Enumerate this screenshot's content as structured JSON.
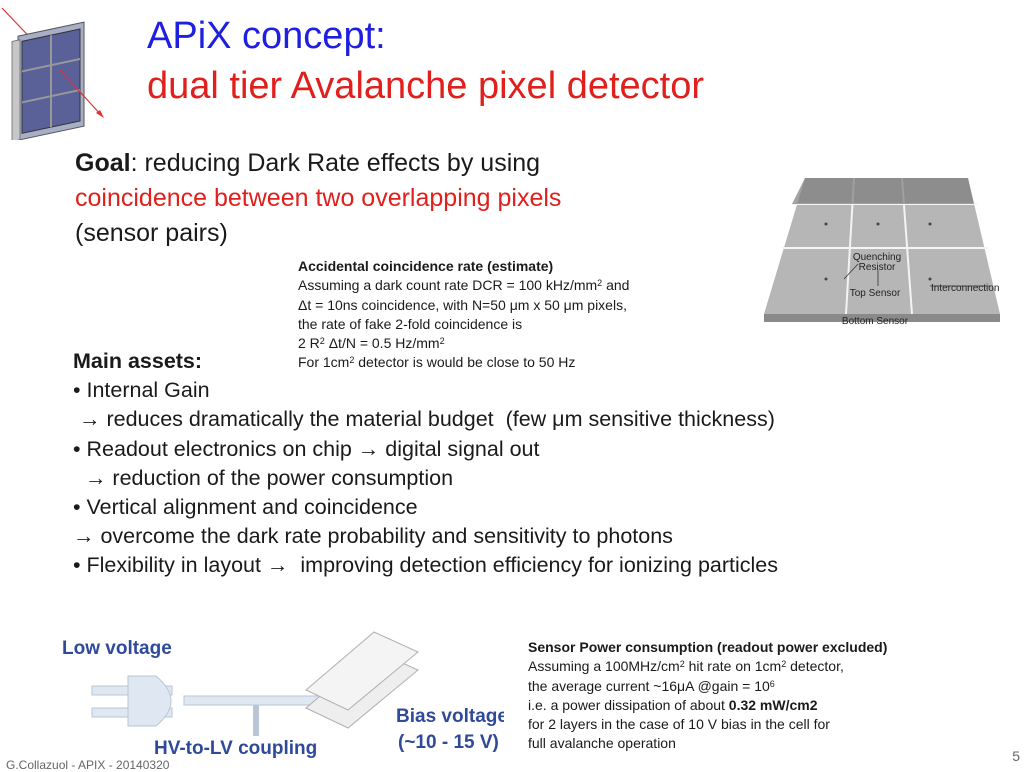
{
  "title": {
    "line1": "APiX concept:",
    "line2": "dual tier Avalanche pixel detector"
  },
  "goal": {
    "label": "Goal",
    "text": ": reducing Dark Rate effects by using",
    "highlight": "coincidence between two overlapping pixels",
    "tail": "(sensor pairs)"
  },
  "accidental": {
    "heading": "Accidental coincidence rate (estimate)",
    "line1": "Assuming a dark count rate DCR = 100 kHz/mm",
    "line1_sup": "2",
    "line1_end": " and",
    "line2": "Δt = 10ns coincidence, with N=50 μm x 50 μm pixels,",
    "line3": "the rate of fake 2-fold coincidence is",
    "line4a": "2 R",
    "line4_sup1": "2",
    "line4b": " Δt/N = 0.5 Hz/mm",
    "line4_sup2": "2",
    "line5a": "For 1cm",
    "line5_sup": "2",
    "line5b": " detector is would be close to 50 Hz"
  },
  "assets": {
    "heading": "Main assets:",
    "items": [
      "• Internal Gain",
      " → reduces dramatically the material budget  (few μm sensitive thickness)",
      "• Readout electronics on chip → digital signal out",
      "  → reduction of the power consumption",
      "• Vertical alignment and coincidence",
      "→ overcome the dark rate probability and sensitivity to photons",
      "• Flexibility in layout →  improving detection efficiency for ionizing particles"
    ]
  },
  "diagram_labels": {
    "quenching": "Quenching",
    "resistor": "Resistor",
    "top_sensor": "Top Sensor",
    "interconnection": "Interconnection",
    "bottom_sensor": "Bottom Sensor"
  },
  "coupling_labels": {
    "low_voltage": "Low voltage",
    "bias_voltage": "Bias voltage",
    "bias_range": "(~10 - 15 V)",
    "coupling": "HV-to-LV coupling"
  },
  "power": {
    "heading": "Sensor Power consumption (readout power excluded)",
    "line1a": "Assuming a 100MHz/cm",
    "line1_sup1": "2",
    "line1b": " hit rate on 1cm",
    "line1_sup2": "2",
    "line1c": " detector,",
    "line2a": "the average current ~16μA @gain = 10",
    "line2_sup": "6",
    "line3a": "i.e. a power dissipation of about ",
    "line3b": "0.32 mW/cm2",
    "line4": "for 2 layers in the case of 10 V bias in the cell for",
    "line5": "full avalanche operation"
  },
  "page_number": "5",
  "footer": "G.Collazuol - APIX - 20140320",
  "colors": {
    "title_blue": "#1f1fe0",
    "accent_red": "#e0201c",
    "label_blue": "#2f4a9a"
  }
}
